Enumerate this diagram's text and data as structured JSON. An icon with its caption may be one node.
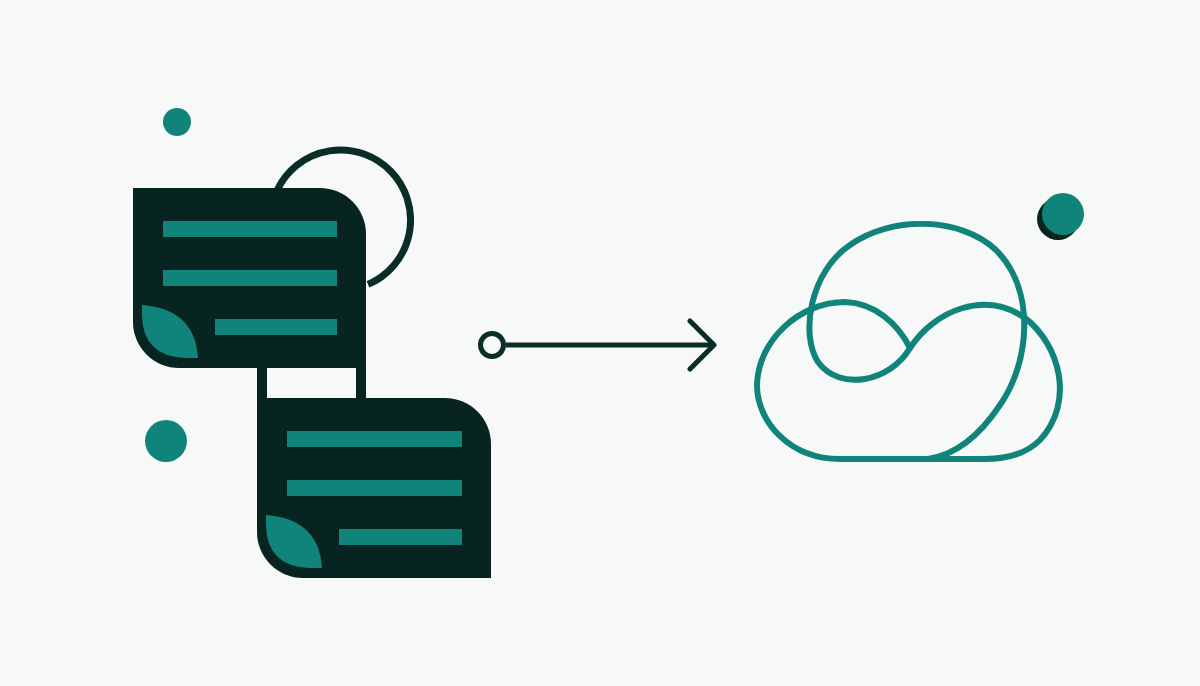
{
  "diagram": {
    "nodes": [
      {
        "text": [],
        "shape": "circle"
      },
      {
        "text": [],
        "shape": "document"
      },
      {
        "text": [],
        "shape": "document"
      },
      {
        "text": [],
        "shape": "circle"
      },
      {
        "text": [],
        "shape": "cloud"
      }
    ],
    "edges": [
      {
        "from": 1,
        "to": 2,
        "arrow": "none"
      },
      {
        "from": 1,
        "to": 2,
        "arrow": "none"
      },
      {
        "from": 3,
        "to": 4,
        "arrow": "to"
      }
    ]
  }
}
